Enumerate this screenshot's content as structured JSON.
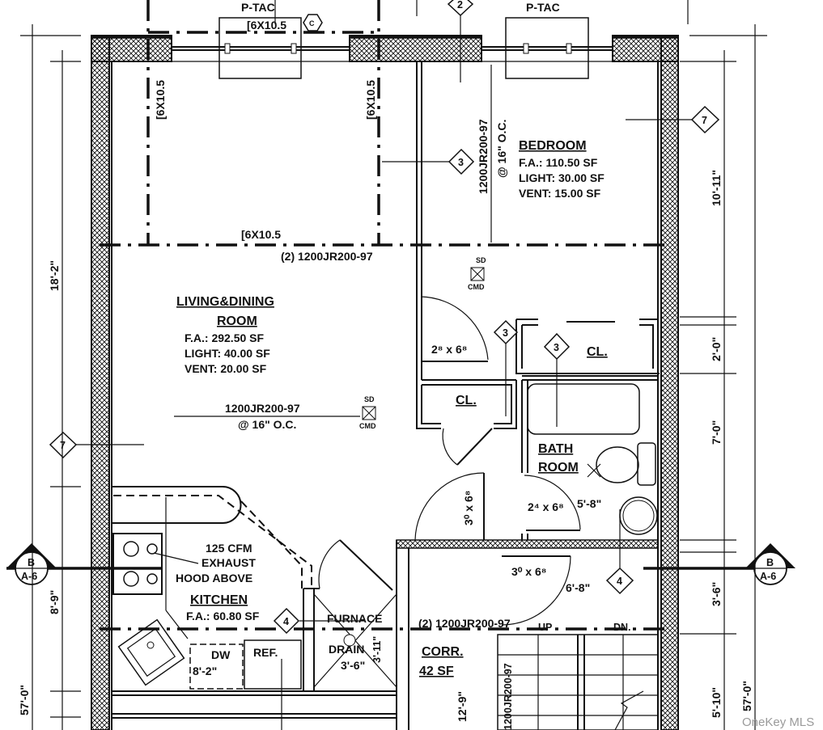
{
  "plan": {
    "ptac": [
      "P-TAC",
      "P-TAC"
    ],
    "headers": [
      "[6X10.5",
      "[6X10.5",
      "[6X10.5",
      "[6X10.5"
    ],
    "beam_top": "(2) 1200JR200-97",
    "beam_bottom": "(2) 1200JR200-97",
    "joist_bedroom": {
      "line1": "1200JR200-97",
      "line2": "@ 16\" O.C."
    },
    "joist_living": {
      "line1": "1200JR200-97",
      "line2": "@ 16\" O.C."
    },
    "joist_corridor": "1200JR200-97",
    "smoke_detectors": [
      {
        "top": "SD",
        "bottom": "CMD"
      },
      {
        "top": "SD",
        "bottom": "CMD"
      }
    ],
    "hex_tag": "C"
  },
  "rooms": {
    "living": {
      "name1": "LIVING&DINING",
      "name2": "ROOM",
      "fa": "F.A.: 292.50 SF",
      "light": "LIGHT: 40.00 SF",
      "vent": "VENT: 20.00 SF"
    },
    "bedroom": {
      "name": "BEDROOM",
      "fa": "F.A.: 110.50 SF",
      "light": "LIGHT: 30.00 SF",
      "vent": "VENT: 15.00 SF"
    },
    "kitchen": {
      "name": "KITCHEN",
      "fa": "F.A.: 60.80 SF",
      "hood1": "125 CFM",
      "hood2": "EXHAUST",
      "hood3": "HOOD ABOVE",
      "dw": "DW",
      "dw_dim": "8'-2\"",
      "ref": "REF."
    },
    "bath": {
      "name1": "BATH",
      "name2": "ROOM"
    },
    "closets": [
      "CL.",
      "CL."
    ],
    "corridor": {
      "name": "CORR.",
      "area": "42 SF"
    },
    "furnace": {
      "label": "FURNACE",
      "drain": "DRAIN",
      "dim_w": "3'-6\"",
      "dim_h": "3'-11\""
    },
    "stairs": {
      "up": "UP",
      "down": "DN."
    }
  },
  "doors": {
    "bedroom": "2⁸ x 6⁸",
    "corridor": "3⁰ x 6⁸",
    "bath": "2⁴ x 6⁸",
    "bath_dim": "5'-8\"",
    "entry": "3⁰ x 6⁸",
    "entry_dim": "6'-8\""
  },
  "tags": {
    "t2": "2",
    "t3a": "3",
    "t3b": "3",
    "t3c": "3",
    "t7a": "7",
    "t7b": "7",
    "t4a": "4",
    "t4b": "4"
  },
  "sections": [
    {
      "top": "B",
      "bottom": "A-6"
    },
    {
      "top": "B",
      "bottom": "A-6"
    }
  ],
  "dimensions": {
    "left": [
      "18'-2\"",
      "8'-9\"",
      "57'-0\""
    ],
    "right": [
      "10'-11\"",
      "2'-0\"",
      "7'-0\"",
      "3'-6\"",
      "5'-10\"",
      "57'-0\""
    ],
    "corridor": "12'-9\""
  },
  "watermark": "OneKey MLS"
}
